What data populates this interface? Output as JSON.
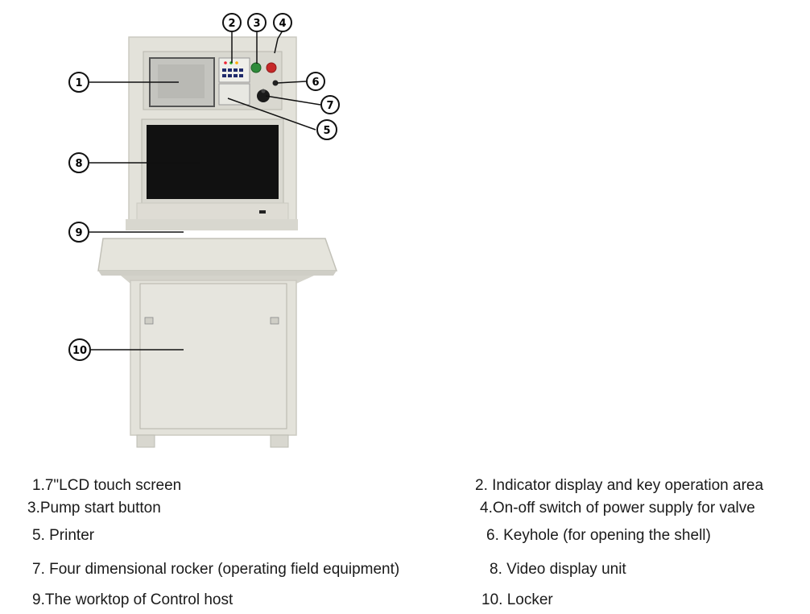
{
  "callouts": [
    "1",
    "2",
    "3",
    "4",
    "5",
    "6",
    "7",
    "8",
    "9",
    "10"
  ],
  "legend": [
    "1.7\"LCD touch screen",
    "2. Indicator display and key operation area",
    "3.Pump start button",
    "4.On-off switch of power supply for valve",
    "5. Printer",
    "6. Keyhole (for opening the shell)",
    "7. Four dimensional rocker (operating field equipment)",
    "8. Video display unit",
    "9.The worktop of Control host",
    "10. Locker"
  ],
  "colors": {
    "cabinet": "#e3e2da",
    "cabinet_edge": "#cbcac1",
    "screen": "#111111",
    "lcd": "#b9b9b4",
    "start_button": "#2e8b3a",
    "power_button": "#c62828"
  }
}
